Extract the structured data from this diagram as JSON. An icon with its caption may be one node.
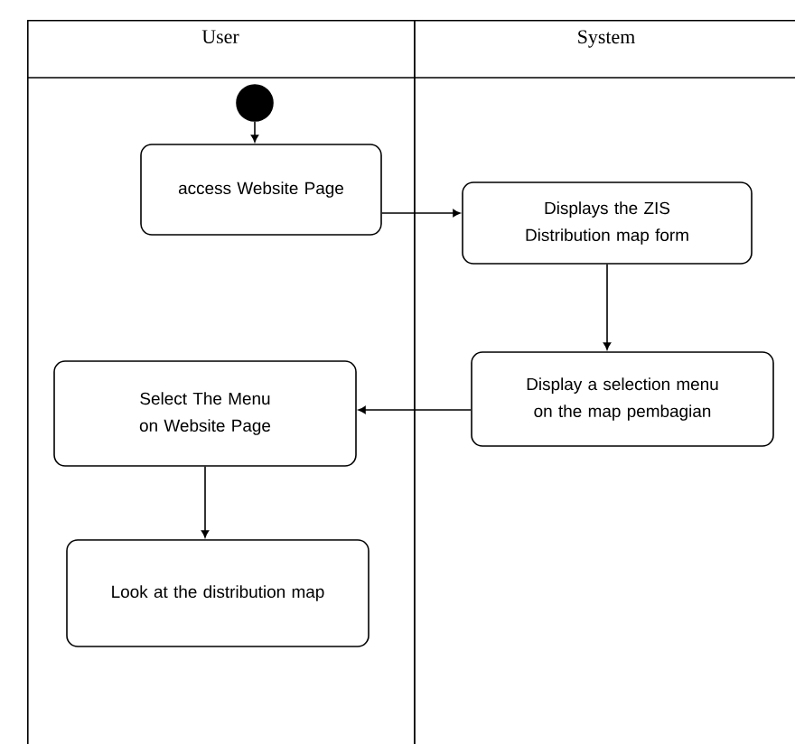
{
  "diagram": {
    "nodes": [
      {
        "text": [
          "User"
        ]
      },
      {
        "text": [
          "System"
        ]
      },
      {
        "text": [],
        "shape": "circle",
        "in": 0
      },
      {
        "text": [
          "access Website Page"
        ],
        "in": 0
      },
      {
        "text": [
          "Displays the ZIS Distribution map form"
        ],
        "in": 1
      },
      {
        "text": [
          "Display a selection menu on the map pembagian"
        ],
        "in": 1
      },
      {
        "text": [
          "Select The Menu on Website Page"
        ],
        "in": 0
      },
      {
        "text": [
          "Look at the distribution map"
        ],
        "in": 0
      }
    ],
    "edges": [
      {
        "from": 2,
        "to": 3,
        "arrow": "to"
      },
      {
        "from": 3,
        "to": 4,
        "arrow": "to"
      },
      {
        "from": 4,
        "to": 5,
        "arrow": "to"
      },
      {
        "from": 5,
        "to": 6,
        "arrow": "to"
      },
      {
        "from": 6,
        "to": 7,
        "arrow": "to"
      }
    ]
  }
}
